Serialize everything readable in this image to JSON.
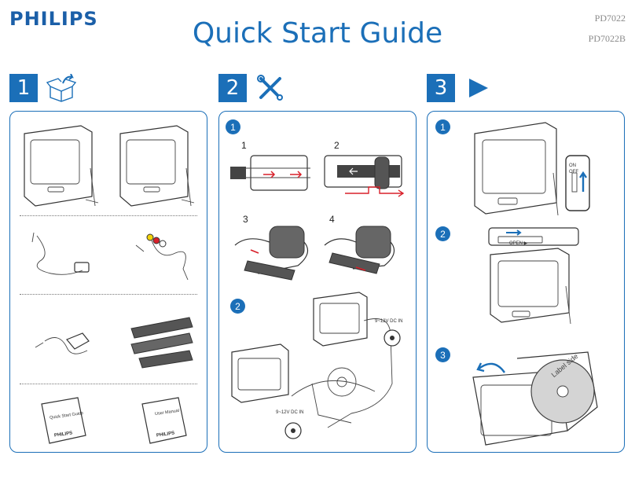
{
  "header": {
    "brand": "PHILIPS",
    "title": "Quick Start Guide",
    "models": [
      "PD7022",
      "PD7022B"
    ]
  },
  "steps": [
    {
      "number": "1",
      "icon": "box-unpack-icon"
    },
    {
      "number": "2",
      "icon": "tools-icon"
    },
    {
      "number": "3",
      "icon": "play-icon"
    }
  ],
  "panel1": {
    "booklets": [
      "Quick Start Guide",
      "User Manual"
    ],
    "booklet_brand": "PHILIPS"
  },
  "panel2": {
    "substeps": [
      "1",
      "2"
    ],
    "mount_steps": [
      "1",
      "2",
      "3",
      "4"
    ],
    "dc_in_label": "9~12V DC IN"
  },
  "panel3": {
    "substeps": [
      "1",
      "2",
      "3"
    ],
    "switch_on": "ON",
    "switch_off": "OFF",
    "open_label": "OPEN ▶",
    "disc_label": "Label side"
  },
  "colors": {
    "accent": "#1b6fb8",
    "arrow_red": "#d8202a"
  }
}
